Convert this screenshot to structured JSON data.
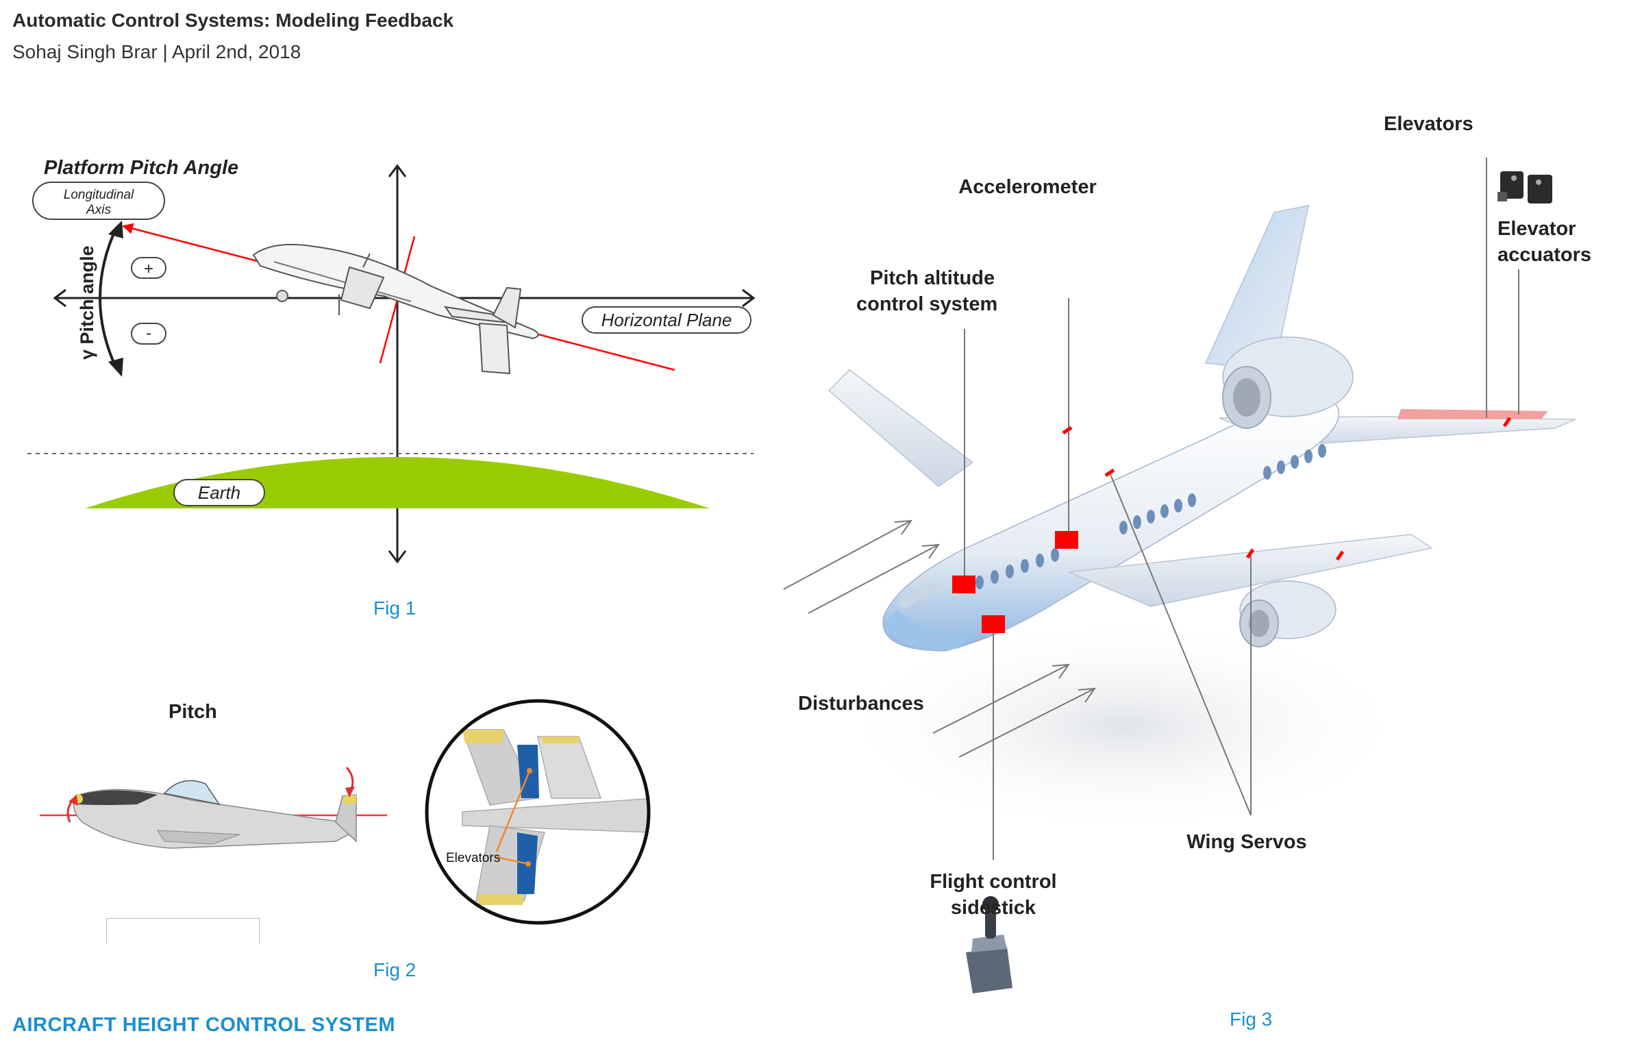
{
  "header": {
    "title": "Automatic Control Systems: Modeling Feedback",
    "byline": "Sohaj Singh Brar | April 2nd, 2018"
  },
  "fig1": {
    "title": "Platform Pitch Angle",
    "longitudinal_axis_line1": "Longitudinal",
    "longitudinal_axis_line2": "Axis",
    "pitch_angle_label": "γ Pitch angle",
    "plus": "+",
    "minus": "-",
    "horizontal_plane": "Horizontal Plane",
    "earth": "Earth",
    "caption": "Fig 1"
  },
  "fig2": {
    "pitch_label": "Pitch",
    "elevators_label": "Elevators",
    "caption": "Fig 2"
  },
  "fig3": {
    "elevators": "Elevators",
    "elevator_actuators_line1": "Elevator",
    "elevator_actuators_line2": "accuators",
    "accelerometer": "Accelerometer",
    "pitch_altitude_line1": "Pitch altitude",
    "pitch_altitude_line2": "control system",
    "disturbances": "Disturbances",
    "wing_servos": "Wing Servos",
    "flight_control_line1": "Flight control",
    "flight_control_line2": "sidestick",
    "caption": "Fig 3"
  },
  "section_heading": "AIRCRAFT HEIGHT CONTROL SYSTEM",
  "colors": {
    "accent_blue": "#1a8fd0",
    "marker_red": "#ff0000",
    "earth_green": "#99cc00"
  }
}
